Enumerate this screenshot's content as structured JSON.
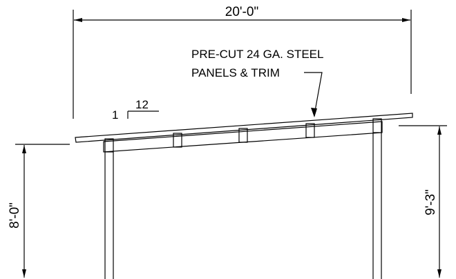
{
  "dimensions": {
    "overall_width": "20'-0\"",
    "left_height": "8'-0\"",
    "right_height": "9'-3\""
  },
  "slope_symbol": {
    "rise": "1",
    "run": "12"
  },
  "note": {
    "line1": "PRE-CUT 24 GA. STEEL",
    "line2": "PANELS & TRIM"
  },
  "colors": {
    "line": "#000000",
    "background": "#ffffff"
  }
}
